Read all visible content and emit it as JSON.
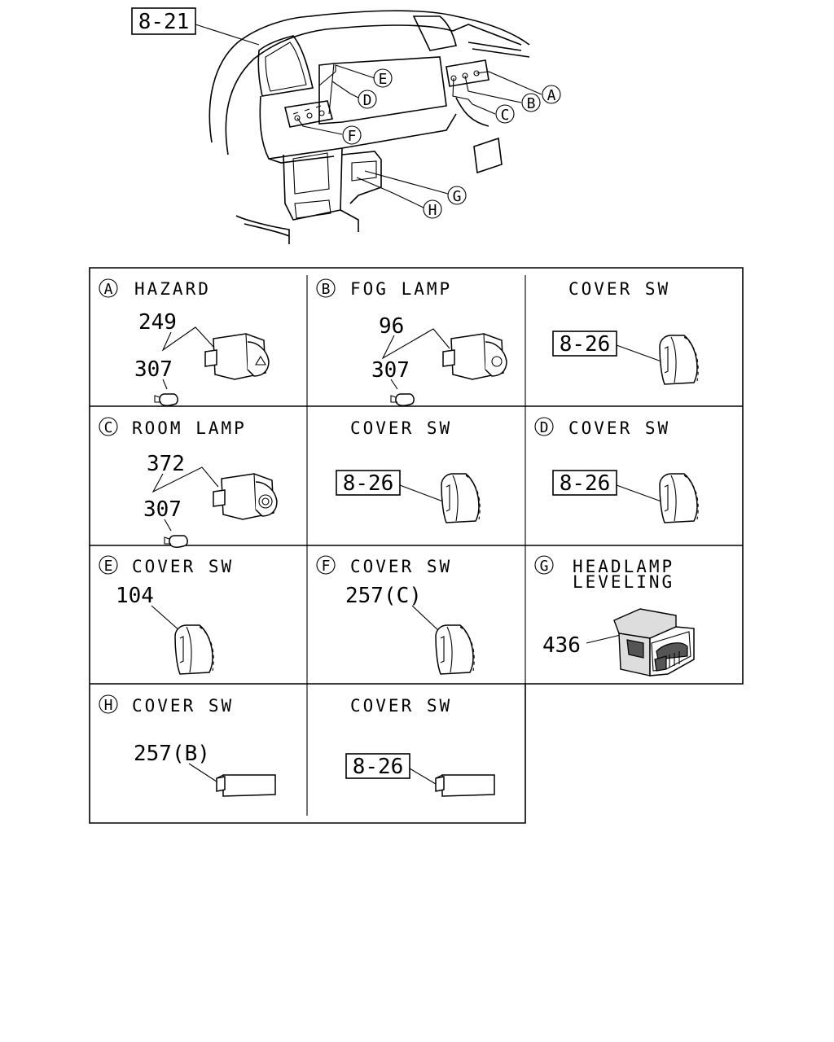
{
  "overview": {
    "ref": "8-21",
    "callouts": [
      "A",
      "B",
      "C",
      "D",
      "E",
      "F",
      "G",
      "H"
    ]
  },
  "cells": [
    {
      "id": "hazard",
      "letter": "A",
      "title": "HAZARD",
      "parts": [
        "249",
        "307"
      ]
    },
    {
      "id": "fog",
      "letter": "B",
      "title": "FOG LAMP",
      "parts": [
        "96",
        "307"
      ]
    },
    {
      "id": "cover1",
      "letter": "",
      "title": "COVER SW",
      "ref": "8-26"
    },
    {
      "id": "room",
      "letter": "C",
      "title": "ROOM LAMP",
      "parts": [
        "372",
        "307"
      ]
    },
    {
      "id": "cover2",
      "letter": "",
      "title": "COVER SW",
      "ref": "8-26"
    },
    {
      "id": "coverD",
      "letter": "D",
      "title": "COVER SW",
      "ref": "8-26"
    },
    {
      "id": "coverE",
      "letter": "E",
      "title": "COVER SW",
      "parts": [
        "104"
      ]
    },
    {
      "id": "coverF",
      "letter": "F",
      "title": "COVER SW",
      "parts": [
        "257(C)"
      ]
    },
    {
      "id": "headlamp",
      "letter": "G",
      "title": "HEADLAMP",
      "title2": "LEVELING",
      "parts": [
        "436"
      ]
    },
    {
      "id": "coverH",
      "letter": "H",
      "title": "COVER SW",
      "parts": [
        "257(B)"
      ]
    },
    {
      "id": "cover3",
      "letter": "",
      "title": "COVER SW",
      "ref": "8-26"
    }
  ]
}
